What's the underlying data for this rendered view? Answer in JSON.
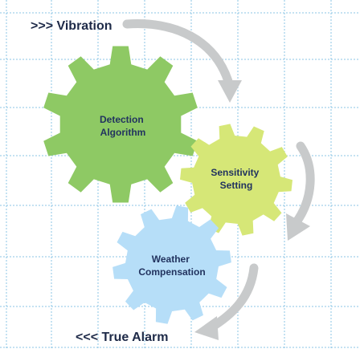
{
  "diagram": {
    "input_label": ">>> Vibration",
    "output_label": "<<< True Alarm",
    "gears": [
      {
        "name": "detection",
        "line1": "Detection",
        "line2": "Algorithm",
        "color": "#8ec964"
      },
      {
        "name": "sensitivity",
        "line1": "Sensitivity",
        "line2": "Setting",
        "color": "#d6e777"
      },
      {
        "name": "weather",
        "line1": "Weather",
        "line2": "Compensation",
        "color": "#b6def8"
      }
    ],
    "colors": {
      "grid": "#7fbfe3",
      "arrow": "#c8cacb",
      "text": "#1e2a48"
    }
  }
}
